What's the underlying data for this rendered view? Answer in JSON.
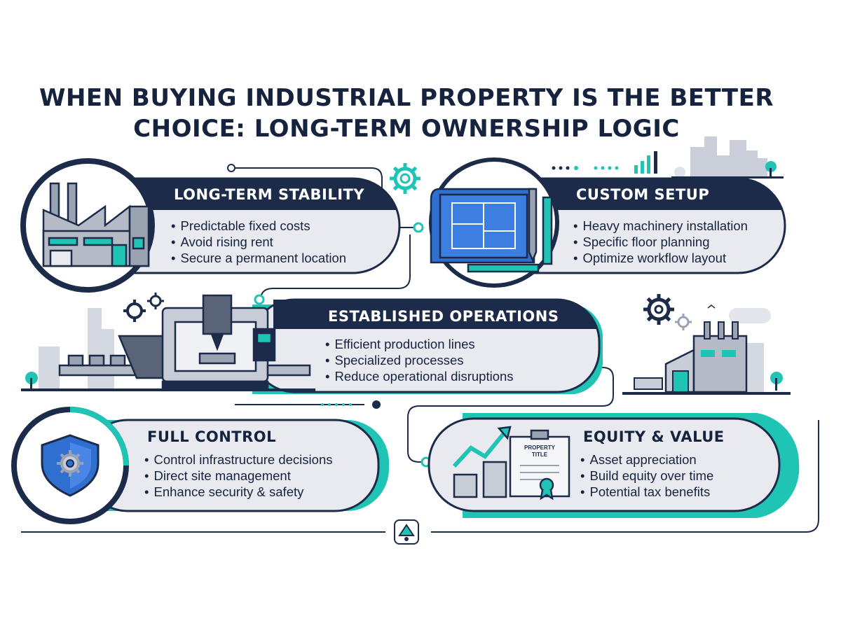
{
  "title_lines": [
    "WHEN BUYING INDUSTRIAL PROPERTY IS THE BETTER",
    "CHOICE: LONG-TERM OWNERSHIP LOGIC"
  ],
  "colors": {
    "navy": "#1c2b4a",
    "teal": "#1fc4b4",
    "light_gray": "#e8eaef",
    "blue": "#2f6fd0"
  },
  "cards": {
    "stability": {
      "title": "LONG-TERM STABILITY",
      "icon": "factory-icon",
      "bullets": [
        "Predictable fixed costs",
        "Avoid rising rent",
        "Secure a permanent location"
      ]
    },
    "custom": {
      "title": "CUSTOM SETUP",
      "icon": "blueprint-icon",
      "bullets": [
        "Heavy machinery installation",
        "Specific floor planning",
        "Optimize workflow layout"
      ]
    },
    "operations": {
      "title": "ESTABLISHED OPERATIONS",
      "icon": "cnc-machine-icon",
      "bullets": [
        "Efficient production lines",
        "Specialized processes",
        "Reduce operational disruptions"
      ]
    },
    "control": {
      "title": "FULL CONTROL",
      "icon": "shield-gear-icon",
      "bullets": [
        "Control infrastructure decisions",
        "Direct site management",
        "Enhance security & safety"
      ]
    },
    "equity": {
      "title": "EQUITY & VALUE",
      "icon": "property-title-icon",
      "bullets": [
        "Asset appreciation",
        "Build equity over time",
        "Potential tax benefits"
      ],
      "document_label": "PROPERTY TITLE"
    }
  },
  "icons": [
    "gear-icon",
    "city-skyline-icon",
    "factory-icon",
    "logo-icon"
  ]
}
